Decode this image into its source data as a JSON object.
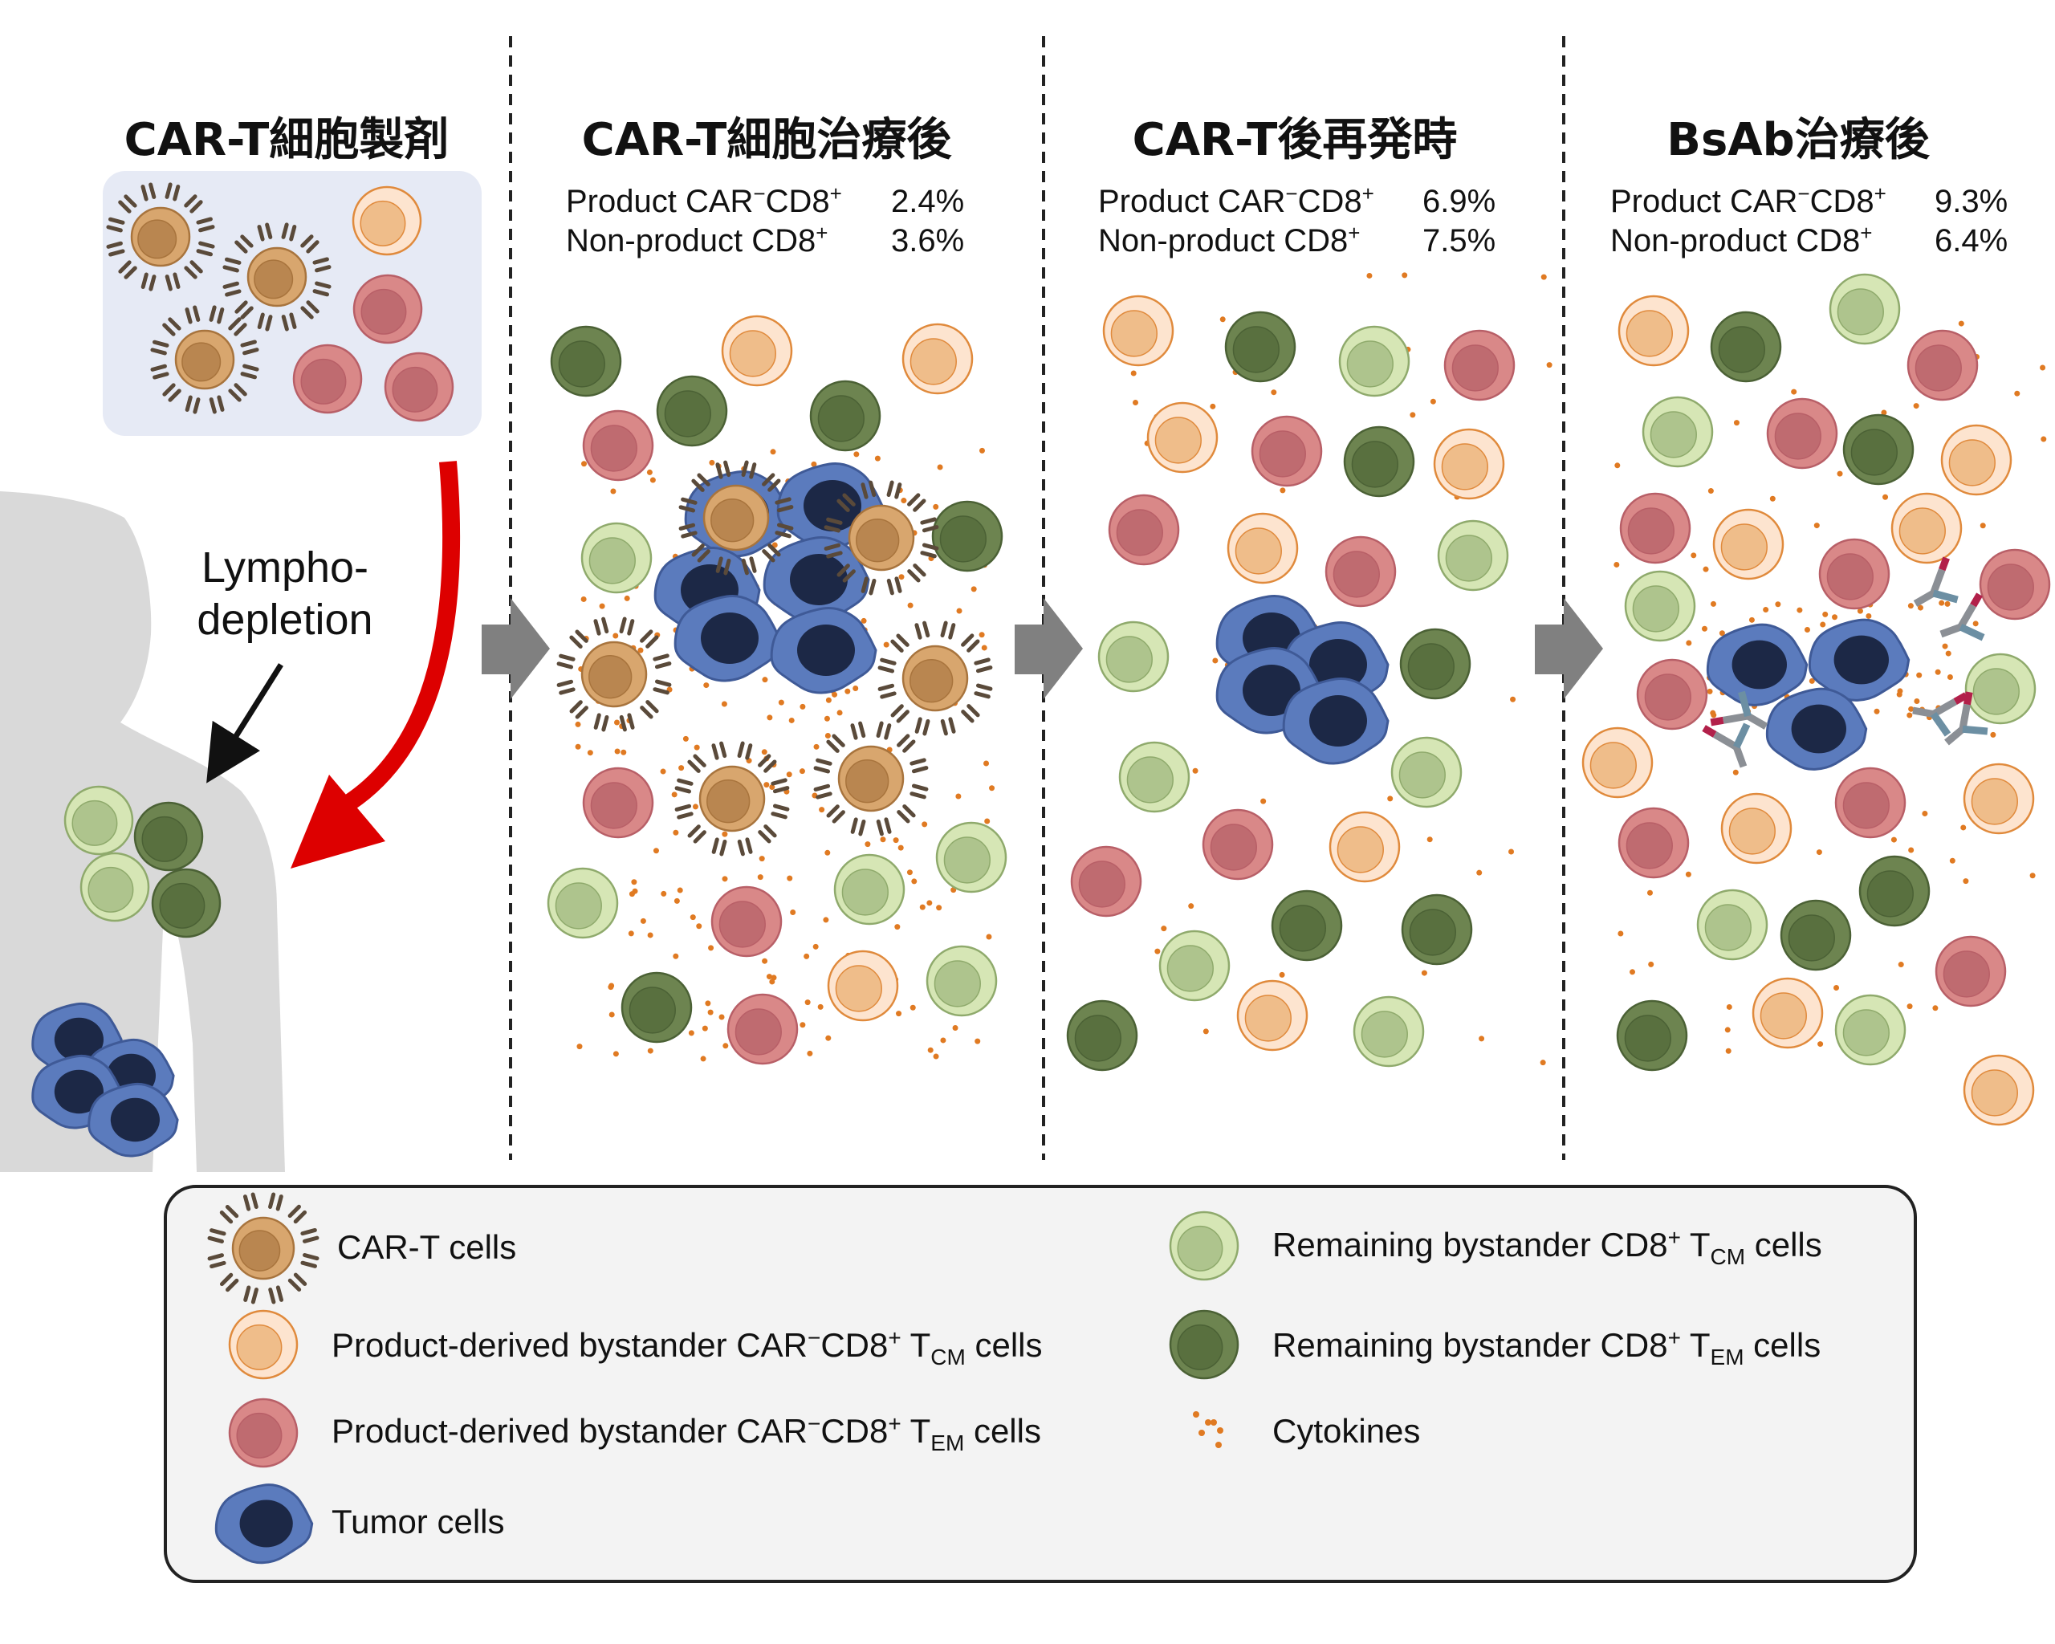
{
  "colors": {
    "car_t_fill": "#d8a66e",
    "car_t_nucleus": "#b98650",
    "pd_tcm_fill": "#fde4cf",
    "pd_tcm_nucleus": "#efbd8a",
    "pd_tcm_stroke": "#e08a3c",
    "pd_tem_fill": "#d98888",
    "pd_tem_nucleus": "#bf6b70",
    "rem_tcm_fill": "#d6e6b5",
    "rem_tcm_nucleus": "#aec48d",
    "rem_tem_fill": "#6d8450",
    "rem_tem_nucleus": "#59703f",
    "tumor_fill": "#5b7bbd",
    "tumor_nucleus": "#1c2846",
    "cytokine": "#e07a22",
    "receptor": "#5a4a3a",
    "arrow_red": "#dd0000",
    "arrow_gray": "#808080",
    "body_silhouette": "#d9d9d9",
    "product_box": "#e6eaf5",
    "legend_bg": "#f3f3f3"
  },
  "panels": [
    {
      "title": "CAR-T細胞製剤"
    },
    {
      "title": "CAR-T細胞治療後",
      "stats": [
        {
          "base": "Product CAR",
          "sup1": "−",
          "mid": "CD8",
          "sup2": "+",
          "value": "2.4%"
        },
        {
          "base": "Non-product CD8",
          "sup1": "+",
          "mid": "",
          "sup2": "",
          "value": "3.6%"
        }
      ]
    },
    {
      "title": "CAR-T後再発時",
      "stats": [
        {
          "base": "Product CAR",
          "sup1": "−",
          "mid": "CD8",
          "sup2": "+",
          "value": "6.9%"
        },
        {
          "base": "Non-product CD8",
          "sup1": "+",
          "mid": "",
          "sup2": "",
          "value": "7.5%"
        }
      ]
    },
    {
      "title": "BsAb治療後",
      "stats": [
        {
          "base": "Product CAR",
          "sup1": "−",
          "mid": "CD8",
          "sup2": "+",
          "value": "9.3%"
        },
        {
          "base": "Non-product CD8",
          "sup1": "+",
          "mid": "",
          "sup2": "",
          "value": "6.4%"
        }
      ]
    }
  ],
  "lymphodepletion": {
    "line1": "Lympho-",
    "line2": "depletion"
  },
  "legend": {
    "car_t": "CAR-T cells",
    "pd_tcm": {
      "a": "Product-derived bystander CAR",
      "sup": "−",
      "b": "CD8",
      "sup2": "+",
      "c": " T",
      "sub": "CM",
      "d": " cells"
    },
    "pd_tem": {
      "a": "Product-derived bystander CAR",
      "sup": "−",
      "b": "CD8",
      "sup2": "+",
      "c": " T",
      "sub": "EM",
      "d": " cells"
    },
    "tumor": "Tumor cells",
    "rem_tcm": {
      "a": "Remaining bystander CD8",
      "sup": "+",
      "c": " T",
      "sub": "CM",
      "d": " cells"
    },
    "rem_tem": {
      "a": "Remaining bystander CD8",
      "sup": "+",
      "c": " T",
      "sub": "EM",
      "d": " cells"
    },
    "cytokines": "Cytokines"
  }
}
